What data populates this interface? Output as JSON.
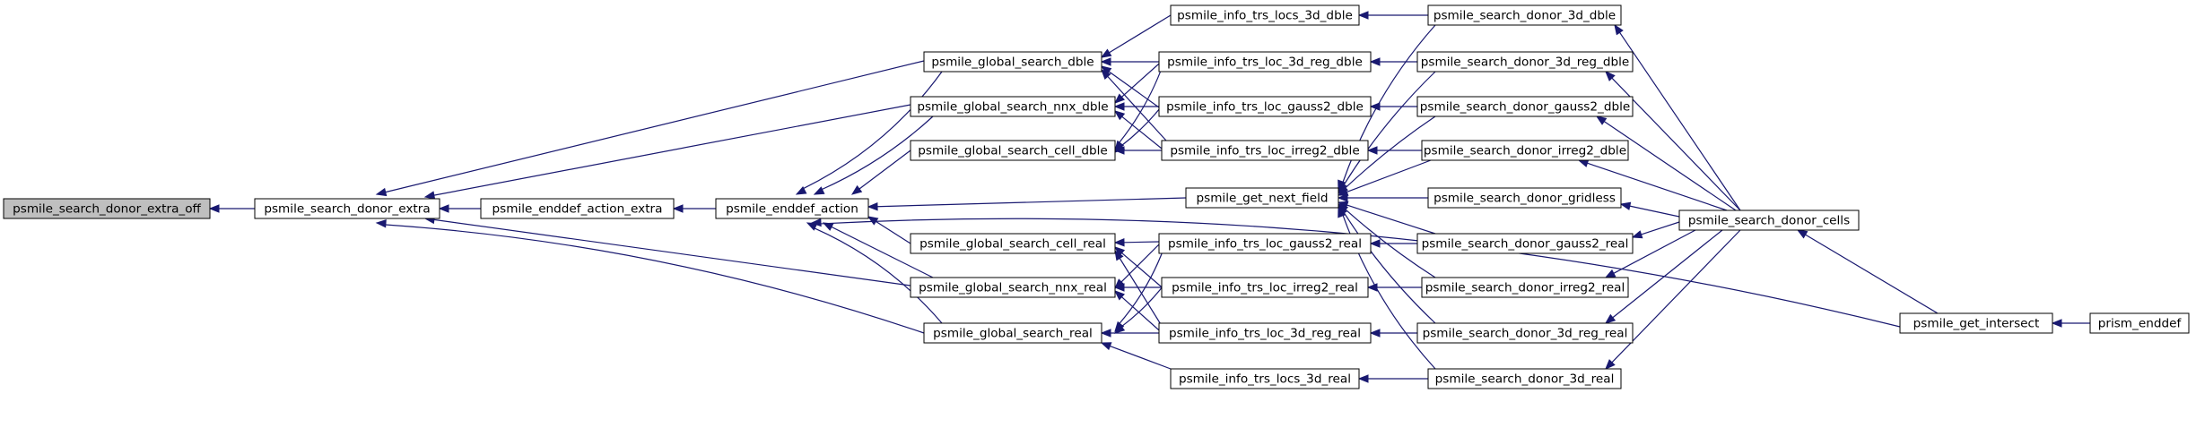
{
  "graph": {
    "edge_color": "#191970",
    "focus_fill": "#bfbfbf",
    "nodes": {
      "n_extra_off": "psmile_search_donor_extra_off",
      "n_donor_extra": "psmile_search_donor_extra",
      "n_enddef_action_extra": "psmile_enddef_action_extra",
      "n_enddef_action": "psmile_enddef_action",
      "n_gs_dble": "psmile_global_search_dble",
      "n_gs_nnx_dble": "psmile_global_search_nnx_dble",
      "n_gs_cell_dble": "psmile_global_search_cell_dble",
      "n_gs_cell_real": "psmile_global_search_cell_real",
      "n_gs_nnx_real": "psmile_global_search_nnx_real",
      "n_gs_real": "psmile_global_search_real",
      "n_get_next_field": "psmile_get_next_field",
      "n_info_locs_3d_dble": "psmile_info_trs_locs_3d_dble",
      "n_info_3d_reg_dble": "psmile_info_trs_loc_3d_reg_dble",
      "n_info_gauss2_dble": "psmile_info_trs_loc_gauss2_dble",
      "n_info_irreg2_dble": "psmile_info_trs_loc_irreg2_dble",
      "n_info_gauss2_real": "psmile_info_trs_loc_gauss2_real",
      "n_info_irreg2_real": "psmile_info_trs_loc_irreg2_real",
      "n_info_3d_reg_real": "psmile_info_trs_loc_3d_reg_real",
      "n_info_locs_3d_real": "psmile_info_trs_locs_3d_real",
      "n_donor_3d_dble": "psmile_search_donor_3d_dble",
      "n_donor_3d_reg_dble": "psmile_search_donor_3d_reg_dble",
      "n_donor_gauss2_dble": "psmile_search_donor_gauss2_dble",
      "n_donor_irreg2_dble": "psmile_search_donor_irreg2_dble",
      "n_donor_gridless": "psmile_search_donor_gridless",
      "n_donor_gauss2_real": "psmile_search_donor_gauss2_real",
      "n_donor_irreg2_real": "psmile_search_donor_irreg2_real",
      "n_donor_3d_reg_real": "psmile_search_donor_3d_reg_real",
      "n_donor_3d_real": "psmile_search_donor_3d_real",
      "n_donor_cells": "psmile_search_donor_cells",
      "n_get_intersect": "psmile_get_intersect",
      "n_prism_enddef": "prism_enddef"
    }
  }
}
